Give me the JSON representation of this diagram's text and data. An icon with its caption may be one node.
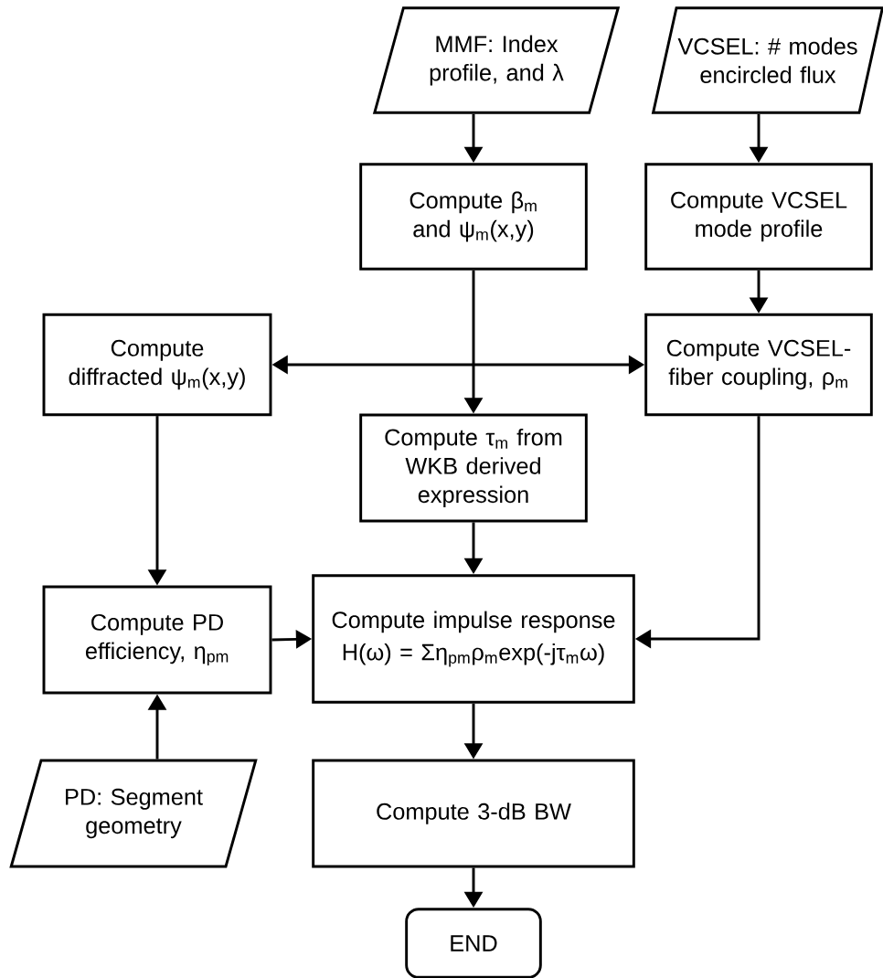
{
  "diagram": {
    "nodes": [
      {
        "text": [
          "MMF: Index profile, and λ"
        ]
      },
      {
        "text": [
          "VCSEL: # modes encircled flux"
        ]
      },
      {
        "text": [
          "Compute β$_{m}$ and ψ$_{m}$(x,y)"
        ]
      },
      {
        "text": [
          "Compute VCSEL mode profile"
        ]
      },
      {
        "text": [
          "Compute diffracted ψ$_{m}$(x,y)"
        ]
      },
      {
        "text": [
          "Compute VCSEL-fiber coupling, ρ$_{m}$"
        ]
      },
      {
        "text": [
          "Compute τ$_{m}$ from WKB derived expression"
        ]
      },
      {
        "text": [
          "Compute PD efficiency, η$_{pm}$"
        ]
      },
      {
        "text": [
          "Compute impulse response",
          "H(ω) = Ση$_{pm}$ρ$_{m}$exp(-jτ$_{m}$ω)"
        ]
      },
      {
        "text": [
          "PD: Segment geometry"
        ]
      },
      {
        "text": [
          "Compute 3-dB BW"
        ]
      },
      {
        "text": [
          "END"
        ]
      }
    ],
    "edges": [
      {
        "from": 0,
        "to": 2,
        "arrow": "to"
      },
      {
        "from": 1,
        "to": 3,
        "arrow": "to"
      },
      {
        "from": 3,
        "to": 5,
        "arrow": "to"
      },
      {
        "from": 4,
        "to": 5,
        "arrow": "both"
      },
      {
        "from": 2,
        "to": 6,
        "arrow": "to"
      },
      {
        "from": 4,
        "to": 7,
        "arrow": "to"
      },
      {
        "from": 6,
        "to": 8,
        "arrow": "to"
      },
      {
        "from": 5,
        "to": 8,
        "arrow": "to"
      },
      {
        "from": 7,
        "to": 8,
        "arrow": "to"
      },
      {
        "from": 9,
        "to": 7,
        "arrow": "to"
      },
      {
        "from": 8,
        "to": 10,
        "arrow": "to"
      },
      {
        "from": 10,
        "to": 11,
        "arrow": "to"
      }
    ]
  }
}
